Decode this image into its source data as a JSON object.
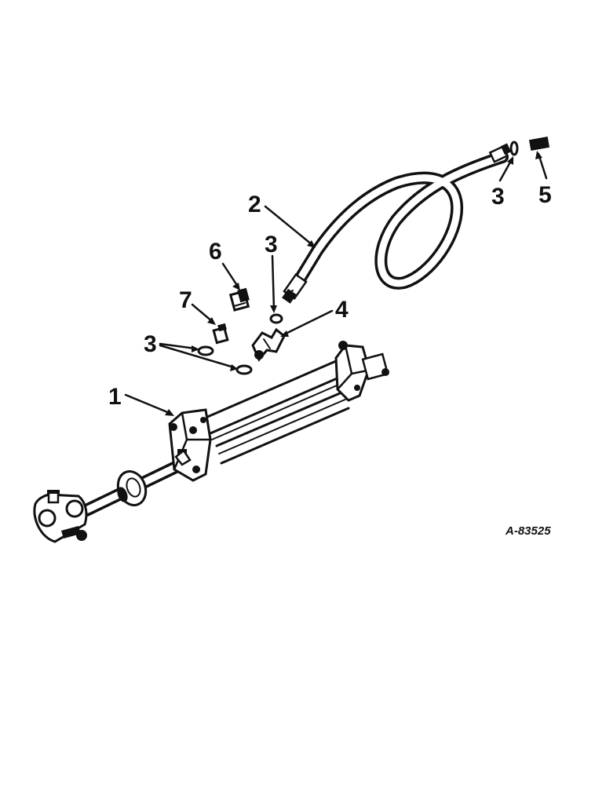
{
  "callouts": {
    "c1": "1",
    "c2": "2",
    "c3_a": "3",
    "c3_b": "3",
    "c3_c": "3",
    "c4": "4",
    "c5": "5",
    "c6": "6",
    "c7": "7"
  },
  "figure_id": "A-83525",
  "colors": {
    "ink": "#111111",
    "paper": "#ffffff"
  }
}
